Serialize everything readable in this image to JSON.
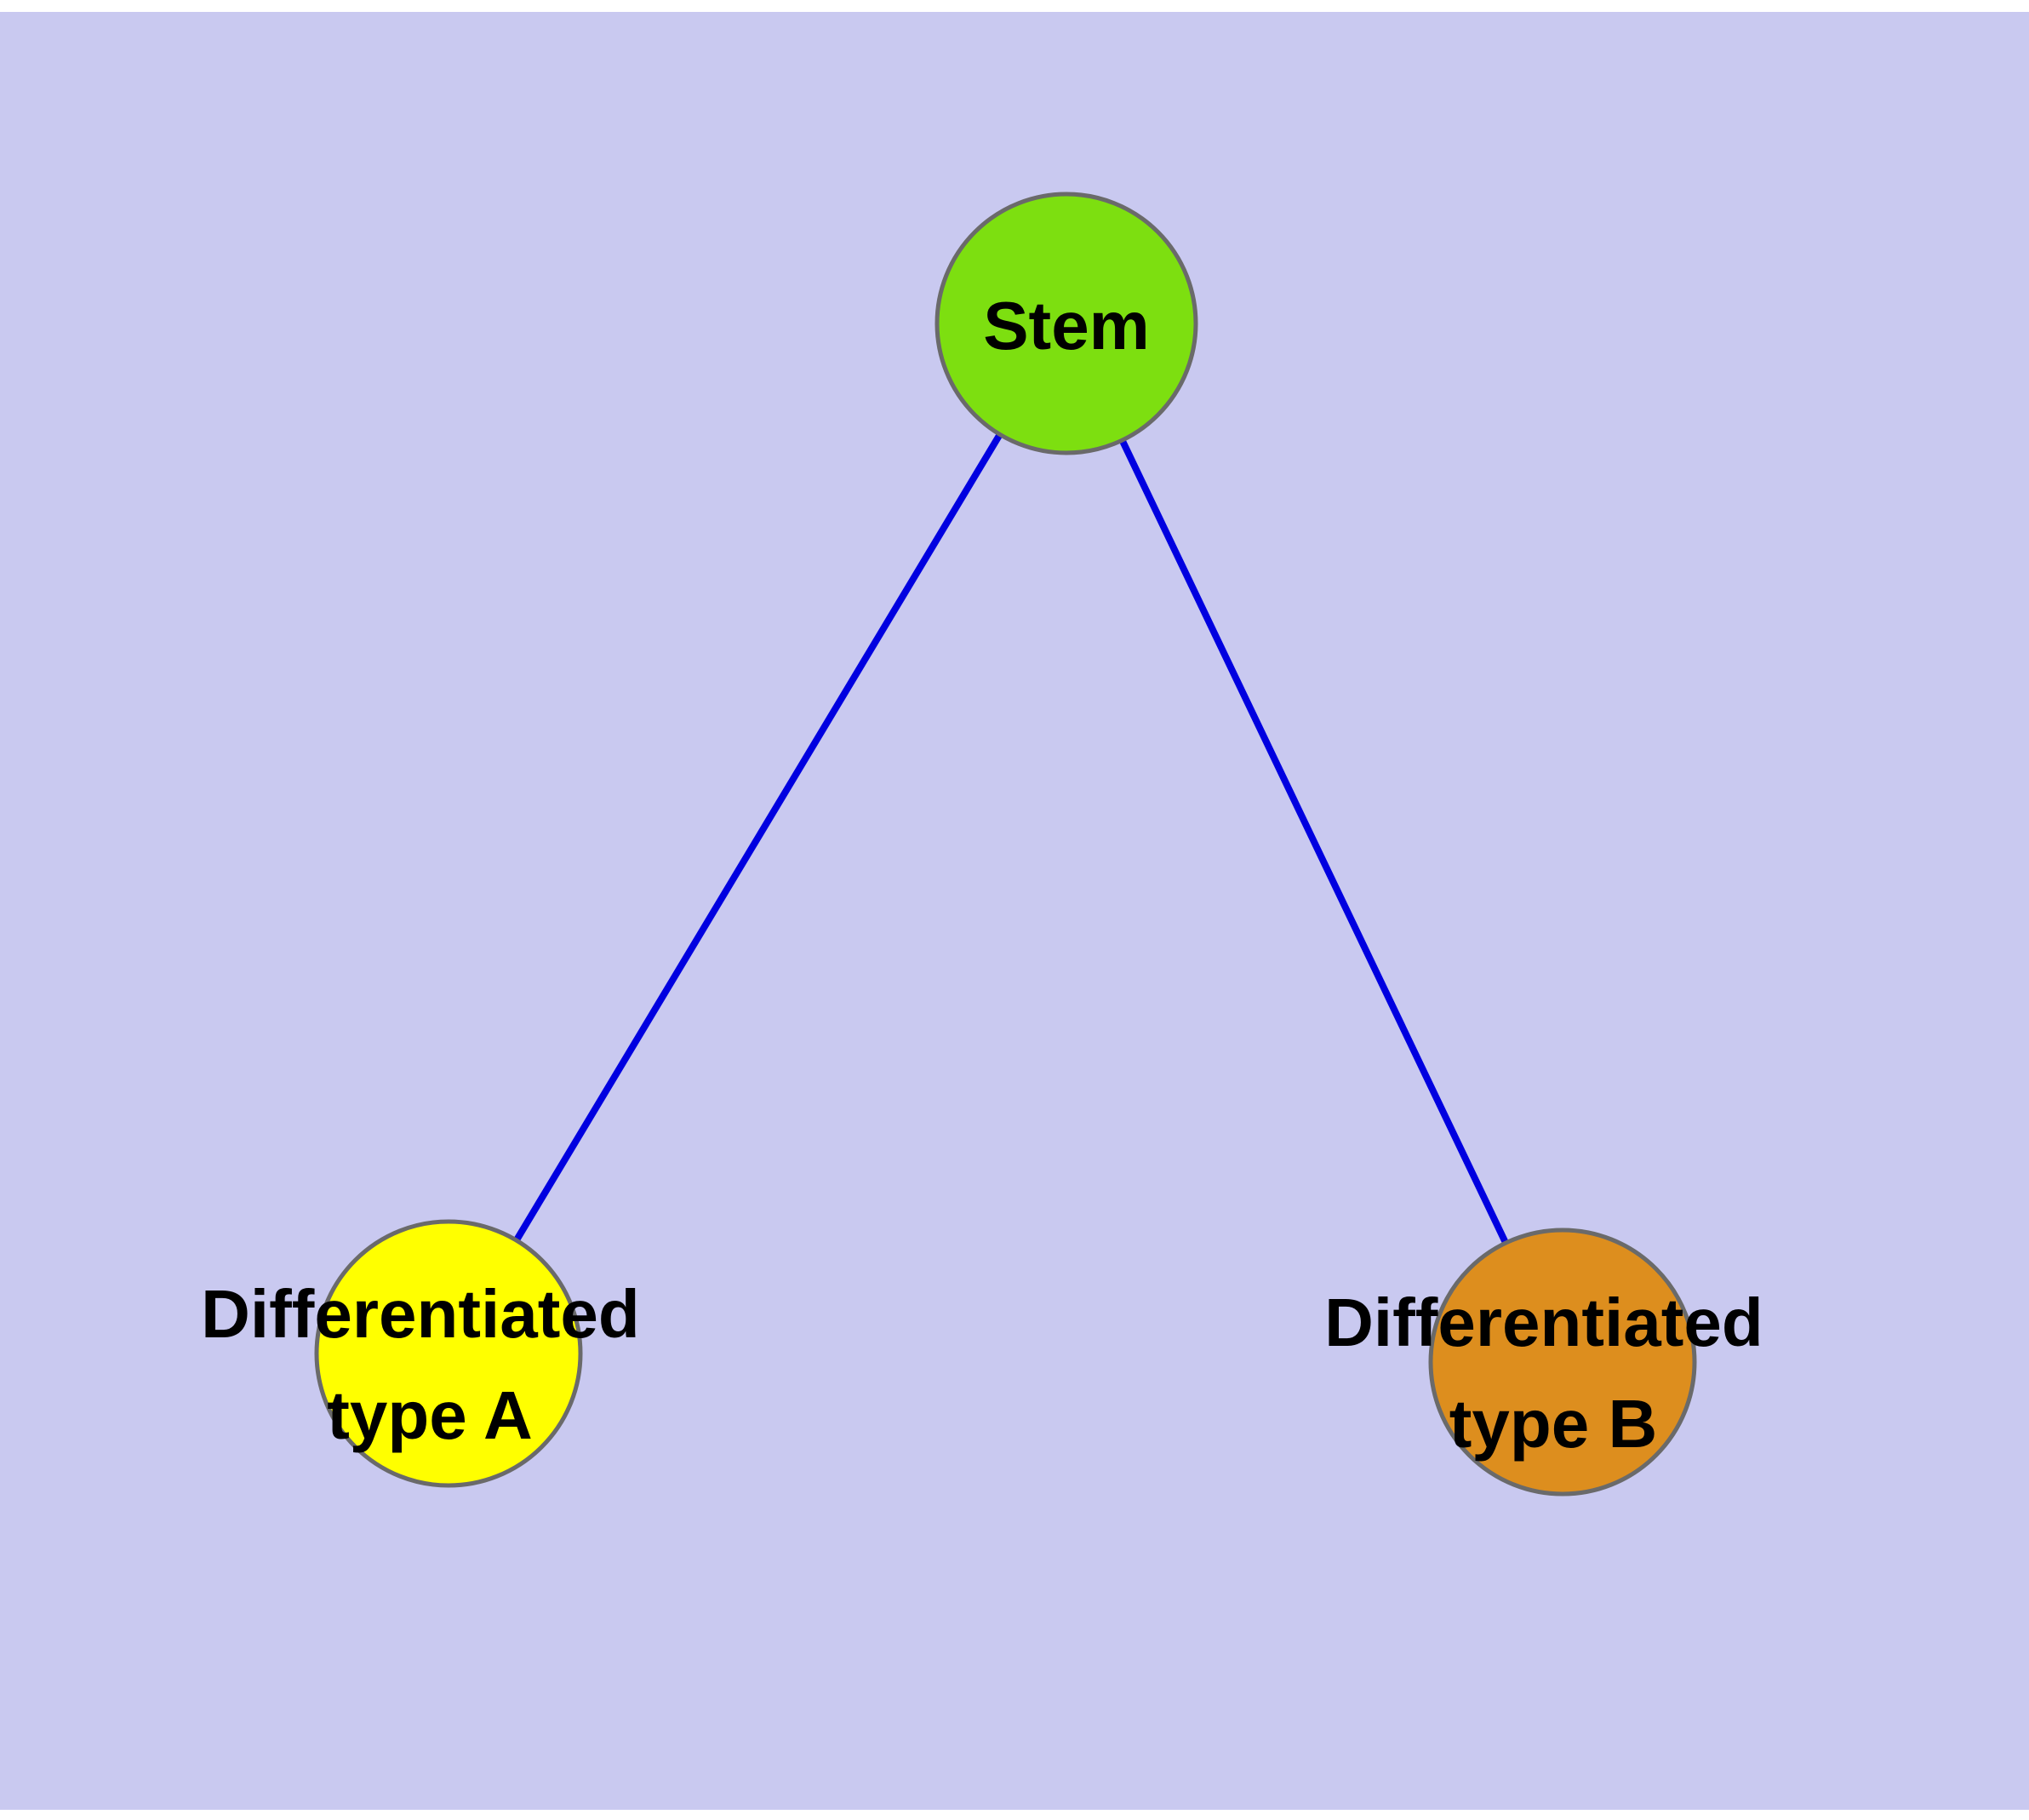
{
  "diagram": {
    "type": "graph",
    "background_color": "#c9c9f0",
    "edge_color": "#0000e0",
    "node_border_color": "#6a6a6a",
    "label_color": "#000000",
    "nodes": [
      {
        "id": "stem",
        "label": "Stem",
        "color": "#7ddf10"
      },
      {
        "id": "differentiated-type-a",
        "label": "Differentiated type A",
        "label_lines": [
          "Differentiated",
          "type A"
        ],
        "color": "#ffff00"
      },
      {
        "id": "differentiated-type-b",
        "label": "Differentiated type B",
        "label_lines": [
          "Differentiated",
          "type B"
        ],
        "color": "#dd8e1e"
      }
    ],
    "edges": [
      {
        "from": "Stem",
        "to": "Differentiated type A"
      },
      {
        "from": "Stem",
        "to": "Differentiated type B"
      }
    ]
  }
}
